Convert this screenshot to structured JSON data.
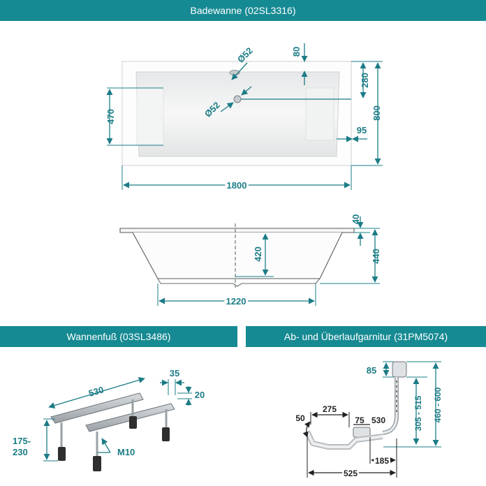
{
  "headers": {
    "bathtub": "Badewanne (02SL3316)",
    "feet": "Wannenfuß (03SL3486)",
    "drain": "Ab- und Überlaufgarnitur (31PM5074)"
  },
  "top_view": {
    "overflow_diameter": "Ø52",
    "drain_diameter": "Ø52",
    "overflow_offset": "80",
    "drain_offset": "280",
    "width": "800",
    "rest_width": "470",
    "rim": "95",
    "length": "1800"
  },
  "side_view": {
    "rim_height": "40",
    "inner_depth": "420",
    "total_height": "440",
    "bottom_length": "1220"
  },
  "feet": {
    "length": "530",
    "profile_width": "35",
    "profile_height": "20",
    "height_range": "175-\n230",
    "thread": "M10"
  },
  "drain_set": {
    "top_height": "85",
    "range_inner": "305 - 515",
    "range_outer": "460 - 600",
    "angle": "50",
    "pipe_length": "275",
    "outlet_diameter": "75",
    "outlet_width": "530",
    "outlet_offset": "185",
    "total_length": "525"
  },
  "colors": {
    "accent": "#168a93",
    "dimension": "#1b7c86"
  }
}
